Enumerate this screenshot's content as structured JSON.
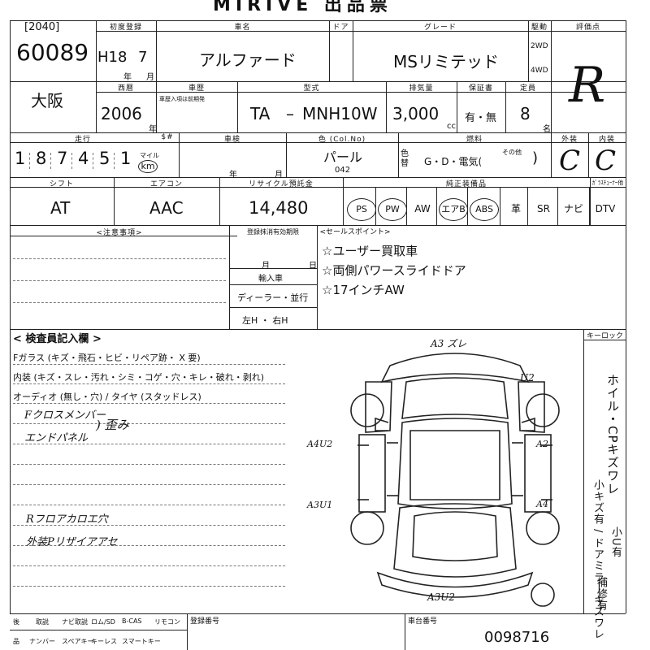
{
  "header": {
    "title_fragment": "MIRIVE 出品票"
  },
  "lot": {
    "code": "[2040]",
    "number": "60089",
    "location": "大阪"
  },
  "first_reg": {
    "label": "初度登録",
    "era_year": "H18",
    "month": "7",
    "year_unit": "年",
    "month_unit": "月"
  },
  "model_year": {
    "label": "西暦",
    "value": "2006",
    "unit": "年"
  },
  "car_name": {
    "label": "車名",
    "value": "アルファード"
  },
  "door": {
    "label": "ドア"
  },
  "grade": {
    "label": "グレード",
    "value": "MSリミテッド"
  },
  "drive": {
    "label": "駆動",
    "opt1": "2WD",
    "opt2": "4WD"
  },
  "score": {
    "label": "評価点",
    "value": "R"
  },
  "vehicle_history": {
    "label": "車歴",
    "note": "車歴入項は前期発"
  },
  "model_code": {
    "label": "型式",
    "prefix": "TA",
    "value": "MNH10W"
  },
  "displacement": {
    "label": "排気量",
    "value": "3,000",
    "unit": "cc"
  },
  "warranty": {
    "label": "保証書",
    "value": "有・無"
  },
  "capacity": {
    "label": "定員",
    "value": "8",
    "unit": "名"
  },
  "mileage": {
    "label": "走行",
    "digits": [
      "1",
      "8",
      "7",
      "4",
      "5",
      "1"
    ],
    "unit_mile": "マイル",
    "unit_km": "km"
  },
  "odo": {
    "label": "$#"
  },
  "inspection": {
    "label": "車検",
    "year_unit": "年",
    "month_unit": "月"
  },
  "color": {
    "label": "色 (Col.No)",
    "value": "パール",
    "code": "042",
    "change_label": "色替"
  },
  "fuel": {
    "label": "燃料",
    "value": "G・D・電気(",
    "other": "その他"
  },
  "exterior": {
    "label": "外装",
    "value": "C"
  },
  "interior": {
    "label": "内装",
    "value": "C"
  },
  "shift": {
    "label": "シフト",
    "value": "AT"
  },
  "aircon": {
    "label": "エアコン",
    "value": "AAC"
  },
  "recycle": {
    "label": "リサイクル預託金",
    "value": "14,480"
  },
  "equipment": {
    "label": "純正装備品",
    "left_label": "ｶﾞﾗｽﾁｭｰﾅｰ他",
    "items": [
      "PS",
      "PW",
      "AW",
      "エアB",
      "ABS",
      "革",
      "SR",
      "ナビ",
      "DTV"
    ]
  },
  "notes": {
    "label": "<注意事項>"
  },
  "registration_deadline": {
    "label": "登録抹消有効期限",
    "month": "月",
    "day": "日"
  },
  "import": {
    "label": "輸入車",
    "dealer": "ディーラー・並行",
    "handle": "左H ・ 右H"
  },
  "sales_points": {
    "label": "<セールスポイント>",
    "items": [
      "☆ユーザー買取車",
      "☆両側パワースライドドア",
      "☆17インチAW"
    ]
  },
  "inspector": {
    "label": "< 検査員記入欄 >",
    "glass": "Fガラス (キズ・飛石・ヒビ・リペア跡・ X 要)",
    "interior_line": "内装 (キズ・スレ・汚れ・シミ・コゲ・穴・キレ・破れ・剥れ)",
    "audio": "オーディオ (無し・穴) / タイヤ (スタッドレス)",
    "hand1": "Fクロスメンバー",
    "hand2": "エンドパネル",
    "hand3": ") 歪み",
    "hand4": "Rフロアカロエ穴",
    "hand5": "外装Pリザイアアセ"
  },
  "key_lock": {
    "label": "キーロック"
  },
  "damage_marks": [
    "A3 ズレ",
    "U2",
    "A4U2",
    "A2",
    "A3U1",
    "A4",
    "A3U2"
  ],
  "legend_vertical": {
    "line1": "ホイル・CPキズワレ",
    "line2": "小キズ有 / ドアミラーキズワレ",
    "line3": "小U有",
    "line4": "補修有"
  },
  "footer": {
    "items_row1": [
      "後",
      "取説",
      "ナビ取説",
      "ロム/SD",
      "B-CAS",
      "リモコン"
    ],
    "items_row2": [
      "品",
      "ナンバー",
      "スペアキー",
      "キーレス",
      "スマートキー"
    ],
    "reg_number_label": "登録番号",
    "chassis_label": "車台番号",
    "chassis_value": "0098716"
  }
}
